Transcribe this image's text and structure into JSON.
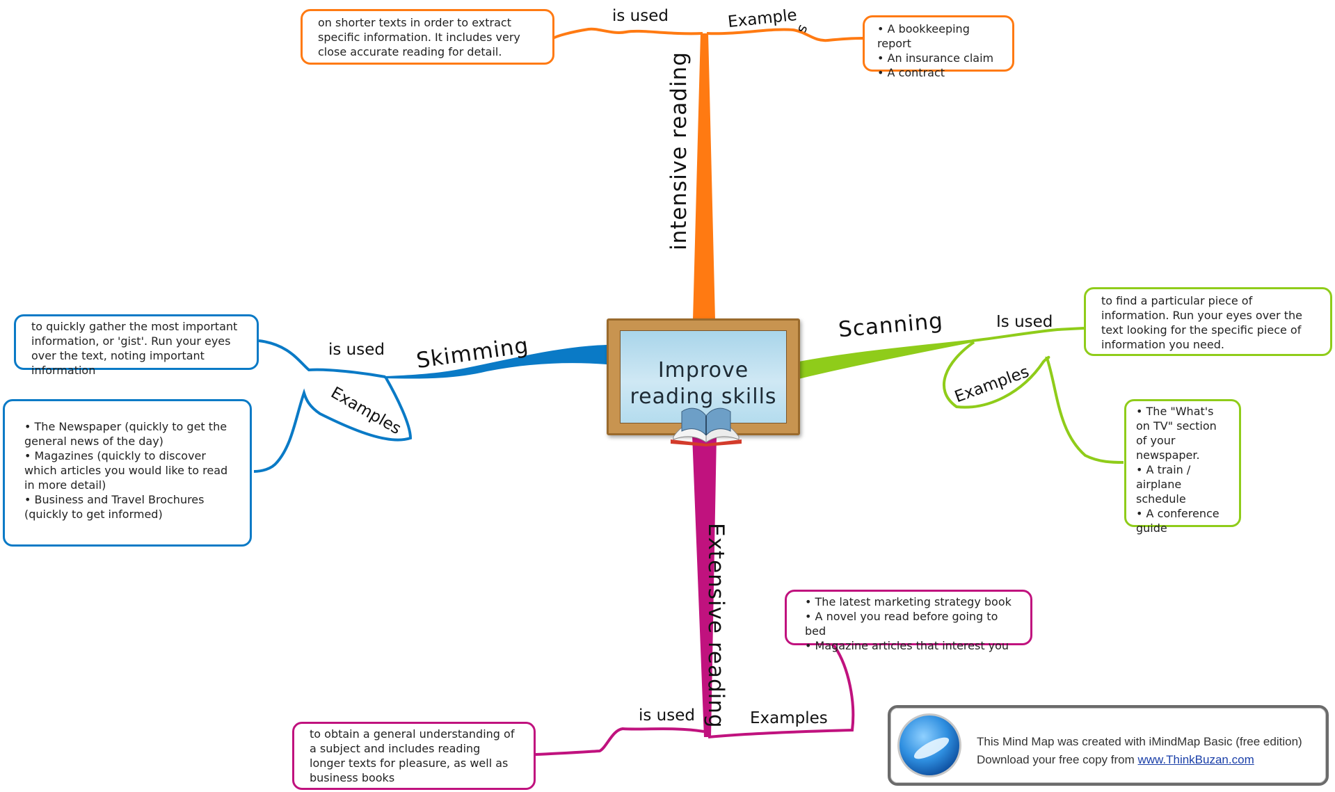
{
  "colors": {
    "intensive": "#ff7a12",
    "scanning": "#8fcc1a",
    "skimming": "#0a7ac6",
    "extensive": "#c0127e"
  },
  "center": {
    "title_line1": "Improve",
    "title_line2": "reading skills",
    "icon": "open-book-icon"
  },
  "intensive": {
    "branch": "intensive reading",
    "used_label": "is used",
    "examples_label_main": "Example",
    "examples_label_tail": "s",
    "used_text": "on shorter texts in order to extract specific information. It includes very close accurate reading for detail.",
    "examples": [
      "A bookkeeping report",
      "An insurance claim",
      "A contract"
    ]
  },
  "scanning": {
    "branch": "Scanning",
    "used_label": "Is used",
    "examples_label": "Examples",
    "used_text": "to find a particular piece of information. Run your eyes over the text looking for the specific piece of information you need.",
    "examples": [
      "The \"What's on TV\" section of your newspaper.",
      "A train / airplane schedule",
      "A conference guide"
    ]
  },
  "skimming": {
    "branch": "Skimming",
    "used_label": "is used",
    "examples_label": "Examples",
    "used_text": "to quickly gather the most important information, or 'gist'. Run your eyes over the text, noting important information",
    "examples": [
      "The Newspaper (quickly to get the general news of the day)",
      "Magazines (quickly to discover which articles you would like to read in more detail)",
      "Business and Travel Brochures (quickly to get informed)"
    ]
  },
  "extensive": {
    "branch": "Extensive reading",
    "used_label": "is used",
    "examples_label": "Examples",
    "used_text": "to obtain a general understanding of a subject and includes reading longer texts for pleasure, as well as business books",
    "examples": [
      "The latest marketing strategy book",
      "A novel you read before going to bed",
      "Magazine articles that interest you"
    ]
  },
  "badge": {
    "line1": "This Mind Map was created with iMindMap Basic (free edition)",
    "line2_prefix": "Download your free copy from ",
    "link": "www.ThinkBuzan.com",
    "icon": "imindmap-logo-icon"
  }
}
